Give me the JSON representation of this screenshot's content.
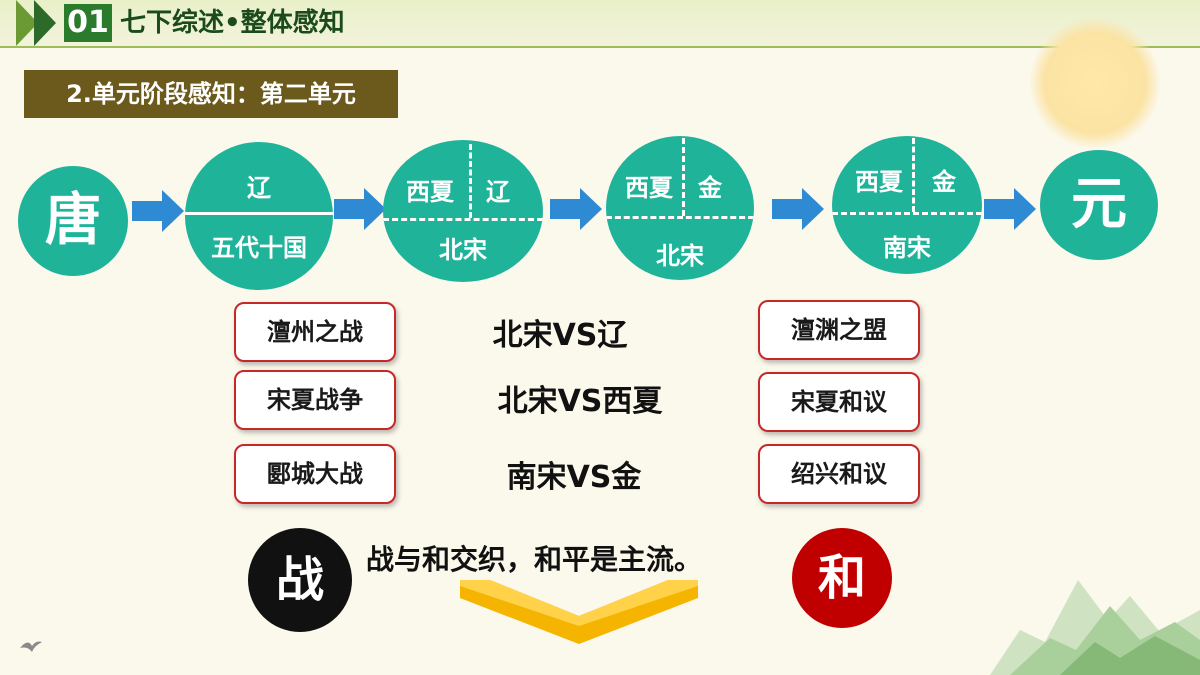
{
  "header": {
    "number": "01",
    "title": "七下综述•整体感知"
  },
  "subtitle": "2.单元阶段感知：第二单元",
  "flow": {
    "tang": "唐",
    "c2": {
      "top": "辽",
      "bottom": "五代十国"
    },
    "c3": {
      "top_left": "西夏",
      "top_right": "辽",
      "bottom": "北宋"
    },
    "c4": {
      "top_left": "西夏",
      "top_right": "金",
      "bottom": "北宋"
    },
    "c5": {
      "top_left": "西夏",
      "top_right": "金",
      "bottom": "南宋"
    },
    "yuan": "元"
  },
  "wars": [
    "澶州之战",
    "宋夏战争",
    "郾城大战"
  ],
  "versus": [
    "北宋VS辽",
    "北宋VS西夏",
    "南宋VS金"
  ],
  "treaties": [
    "澶渊之盟",
    "宋夏和议",
    "绍兴和议"
  ],
  "war_char": "战",
  "peace_char": "和",
  "conclusion": "战与和交织，和平是主流。",
  "colors": {
    "teal": "#1fb39a",
    "arrow_blue": "#2e8bd3",
    "red": "#c00000",
    "header_green": "#2a7c2c",
    "subtitle_bg": "#6b5a1c",
    "gold": "#f5b400"
  }
}
